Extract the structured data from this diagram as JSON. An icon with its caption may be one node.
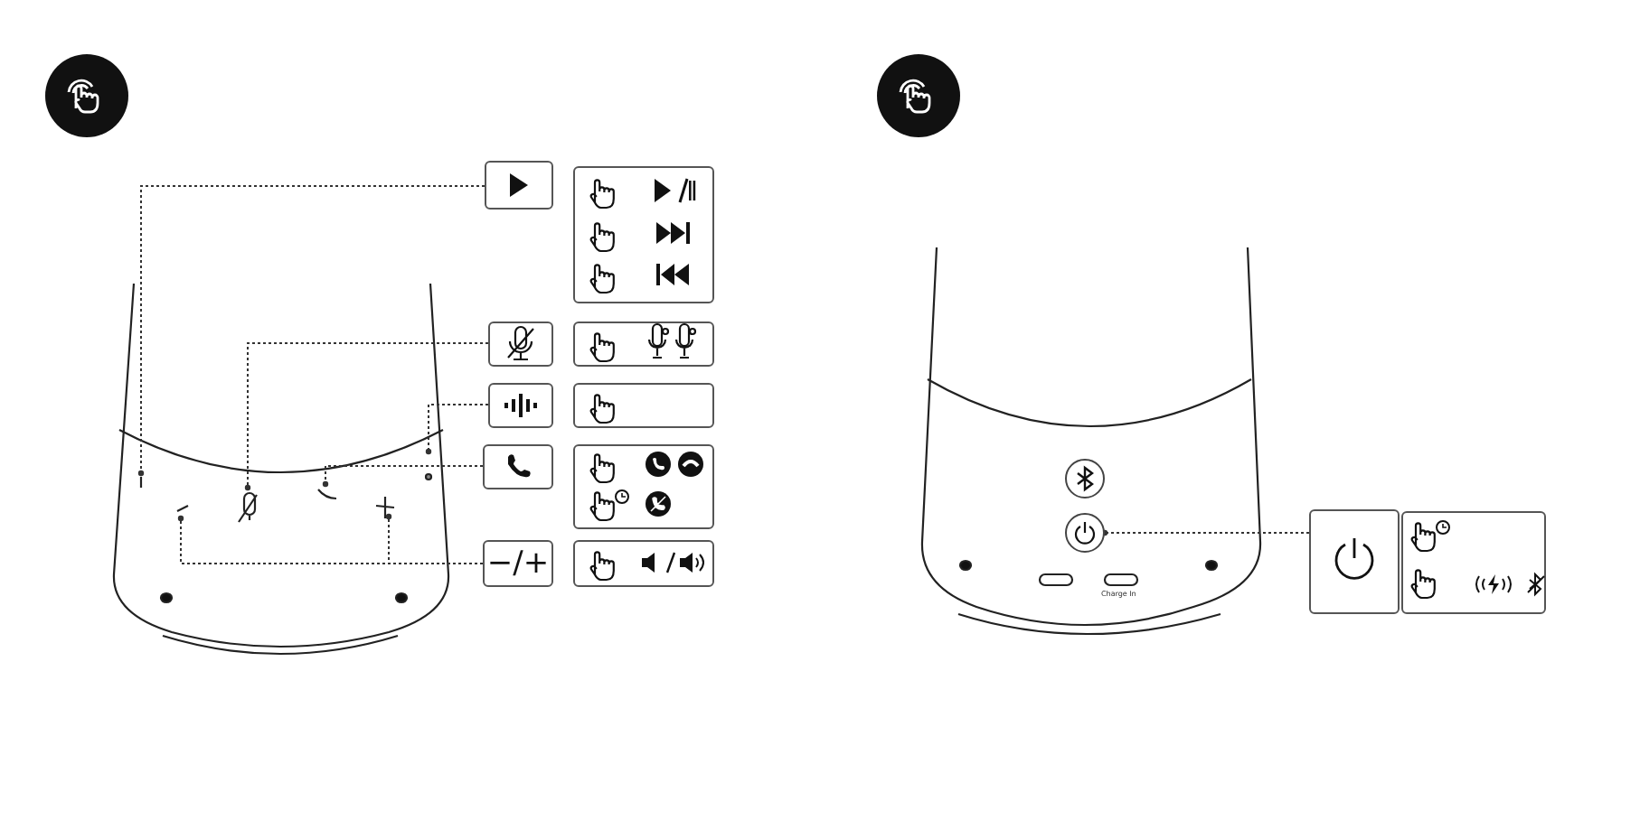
{
  "diagram": {
    "nodes": [
      {
        "text": [],
        "shape": "box"
      },
      {
        "text": [],
        "shape": "box"
      },
      {
        "text": [],
        "shape": "box"
      },
      {
        "text": [],
        "shape": "box"
      },
      {
        "text": [],
        "shape": "box"
      },
      {
        "text": [],
        "shape": "box"
      },
      {
        "text": [],
        "shape": "box"
      },
      {
        "text": [],
        "shape": "box"
      },
      {
        "text": [
          "−/+"
        ]
      },
      {
        "text": [],
        "shape": "box"
      },
      {
        "text": [],
        "shape": "circle"
      },
      {
        "text": [],
        "shape": "box"
      },
      {
        "text": [],
        "shape": "box"
      }
    ],
    "edges": [
      {
        "from": 0,
        "to": null,
        "arrow": "other"
      },
      {
        "from": 2,
        "to": null,
        "arrow": "other"
      },
      {
        "from": 4,
        "to": null,
        "arrow": "other"
      },
      {
        "from": 6,
        "to": null,
        "arrow": "other"
      },
      {
        "from": 8,
        "to": null,
        "arrow": "other"
      },
      {
        "from": 8,
        "to": null,
        "arrow": "other"
      },
      {
        "from": 11,
        "to": 10,
        "arrow": "other"
      }
    ],
    "labels": [
      "Charge In"
    ]
  }
}
